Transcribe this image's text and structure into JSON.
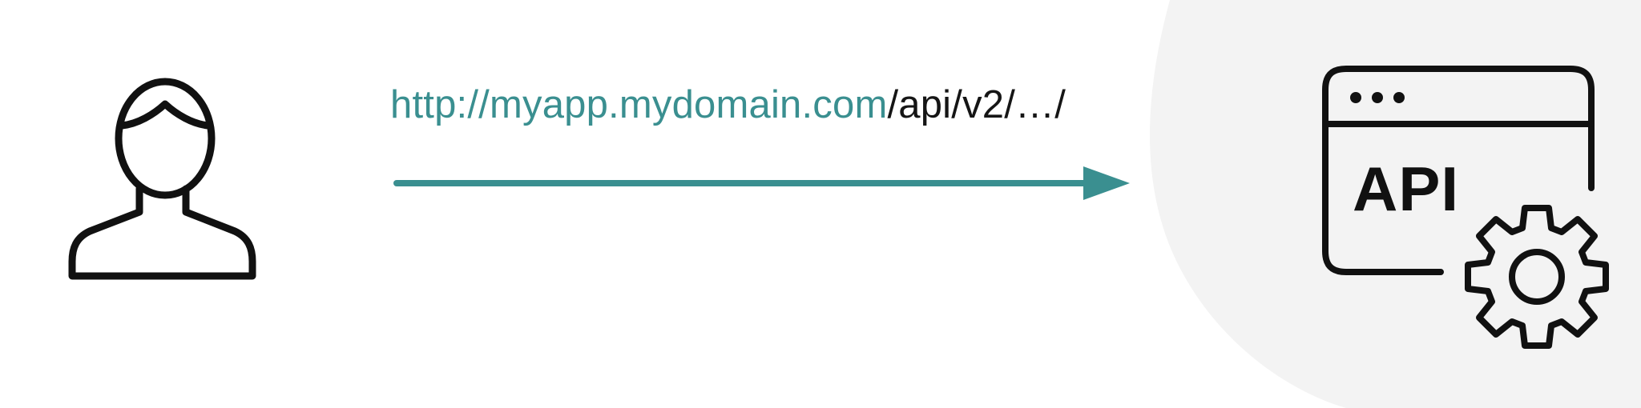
{
  "colors": {
    "accent": "#3a8f90",
    "ink": "#111111",
    "background_shape": "#f3f3f3"
  },
  "request": {
    "url_host": "http://myapp.mydomain.com",
    "url_path": "/api/v2/…/"
  },
  "client": {
    "icon": "user-icon"
  },
  "server": {
    "label": "API",
    "icons": [
      "browser-window-icon",
      "gear-icon"
    ]
  }
}
